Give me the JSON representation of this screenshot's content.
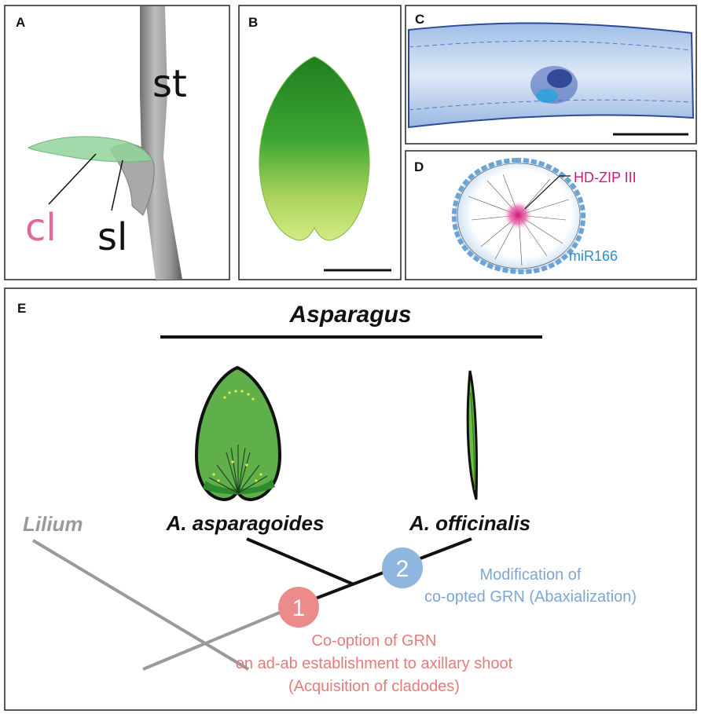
{
  "panels": {
    "a": {
      "letter": "A",
      "st": "st",
      "cl": "cl",
      "sl": "sl"
    },
    "b": {
      "letter": "B"
    },
    "c": {
      "letter": "C"
    },
    "d": {
      "letter": "D",
      "hdzip": "HD-ZIP III",
      "mir": "miR166"
    },
    "e": {
      "letter": "E",
      "genus": "Asparagus",
      "lilium": "Lilium",
      "sp1": "A. asparagoides",
      "sp2": "A. officinalis",
      "node1": "1",
      "node2": "2",
      "event2_line1": "Modification of",
      "event2_line2": "co-opted GRN (Abaxialization)",
      "event1_line1": "Co-option of GRN",
      "event1_line2": "on ad-ab establishment to axillary shoot",
      "event1_line3": "(Acquisition of cladodes)"
    }
  },
  "colors": {
    "cl_pink": "#e0689a",
    "hdzip_magenta": "#d4177b",
    "mir_blue": "#2b8fc9",
    "node1": "#ec8b8b",
    "node2": "#8fb6de",
    "event1_text": "#e77b7b",
    "event2_text": "#7ea6d3",
    "lilium_gray": "#9a9a9a",
    "leaf_green": "#5fb04a"
  }
}
